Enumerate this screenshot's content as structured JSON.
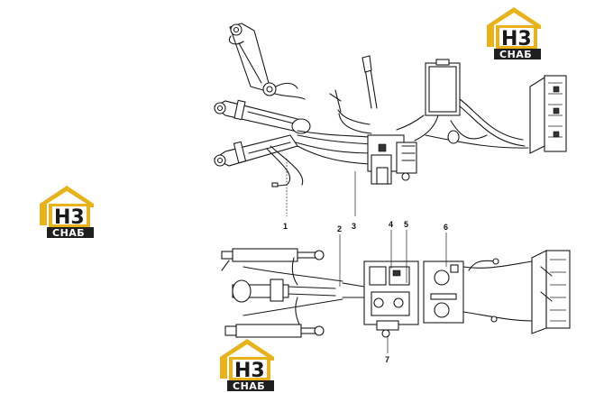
{
  "callouts": [
    {
      "id": "1",
      "label": "1"
    },
    {
      "id": "2",
      "label": "2"
    },
    {
      "id": "3",
      "label": "3"
    },
    {
      "id": "4",
      "label": "4"
    },
    {
      "id": "5",
      "label": "5"
    },
    {
      "id": "6",
      "label": "6"
    },
    {
      "id": "7",
      "label": "7"
    }
  ],
  "watermark": {
    "letters": "H3",
    "name": "СНАБ",
    "colors": {
      "gold": "#e8b21a",
      "dark": "#1f1f1f",
      "white": "#ffffff"
    }
  }
}
